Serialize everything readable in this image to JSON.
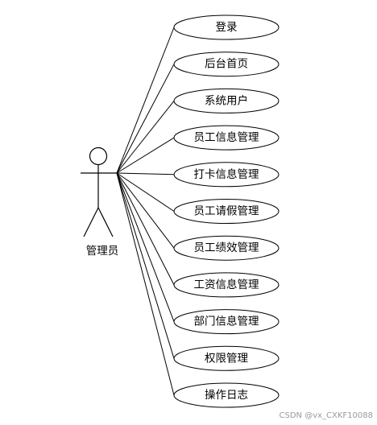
{
  "actor": {
    "label": "管理员"
  },
  "use_cases": [
    {
      "label": "登录"
    },
    {
      "label": "后台首页"
    },
    {
      "label": "系统用户"
    },
    {
      "label": "员工信息管理"
    },
    {
      "label": "打卡信息管理"
    },
    {
      "label": "员工请假管理"
    },
    {
      "label": "员工绩效管理"
    },
    {
      "label": "工资信息管理"
    },
    {
      "label": "部门信息管理"
    },
    {
      "label": "权限管理"
    },
    {
      "label": "操作日志"
    }
  ],
  "watermark": "CSDN @vx_CXKF10088",
  "colors": {
    "stroke": "#000000",
    "text": "#000000",
    "watermark": "#9a9a9a",
    "background": "#ffffff"
  }
}
